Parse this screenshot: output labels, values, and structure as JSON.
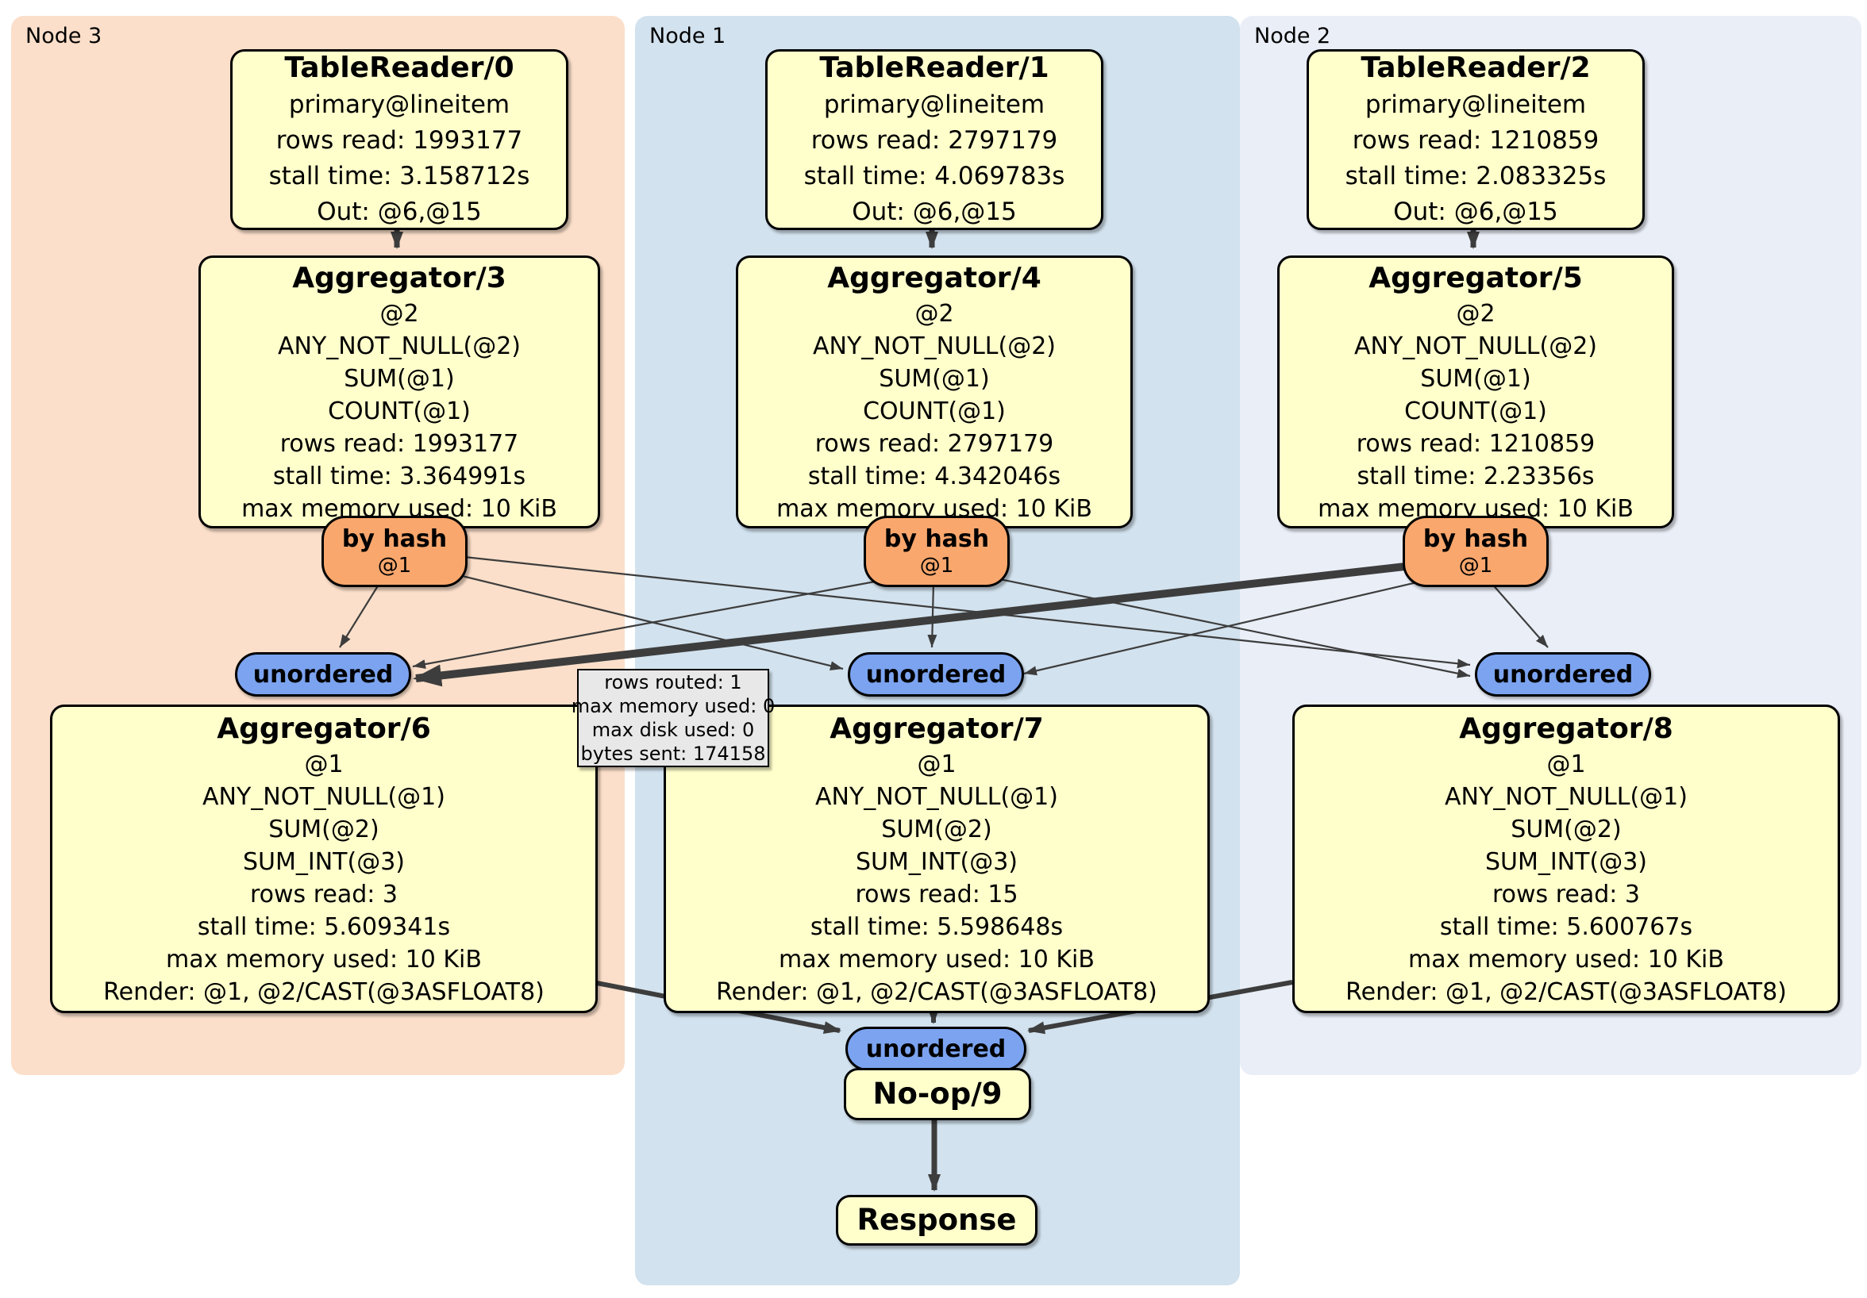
{
  "panels": {
    "node3": {
      "label": "Node 3"
    },
    "node1": {
      "label": "Node 1"
    },
    "node2": {
      "label": "Node 2"
    }
  },
  "boxes": {
    "tr0": {
      "title": "TableReader/0",
      "lines": [
        "primary@lineitem",
        "rows read: 1993177",
        "stall time: 3.158712s",
        "Out: @6,@15"
      ]
    },
    "tr1": {
      "title": "TableReader/1",
      "lines": [
        "primary@lineitem",
        "rows read: 2797179",
        "stall time: 4.069783s",
        "Out: @6,@15"
      ]
    },
    "tr2": {
      "title": "TableReader/2",
      "lines": [
        "primary@lineitem",
        "rows read: 1210859",
        "stall time: 2.083325s",
        "Out: @6,@15"
      ]
    },
    "agg3": {
      "title": "Aggregator/3",
      "lines": [
        "@2",
        "ANY_NOT_NULL(@2)",
        "SUM(@1)",
        "COUNT(@1)",
        "rows read: 1993177",
        "stall time: 3.364991s",
        "max memory used: 10 KiB"
      ]
    },
    "agg4": {
      "title": "Aggregator/4",
      "lines": [
        "@2",
        "ANY_NOT_NULL(@2)",
        "SUM(@1)",
        "COUNT(@1)",
        "rows read: 2797179",
        "stall time: 4.342046s",
        "max memory used: 10 KiB"
      ]
    },
    "agg5": {
      "title": "Aggregator/5",
      "lines": [
        "@2",
        "ANY_NOT_NULL(@2)",
        "SUM(@1)",
        "COUNT(@1)",
        "rows read: 1210859",
        "stall time: 2.23356s",
        "max memory used: 10 KiB"
      ]
    },
    "agg6": {
      "title": "Aggregator/6",
      "lines": [
        "@1",
        "ANY_NOT_NULL(@1)",
        "SUM(@2)",
        "SUM_INT(@3)",
        "rows read: 3",
        "stall time: 5.609341s",
        "max memory used: 10 KiB",
        "Render: @1, @2/CAST(@3ASFLOAT8)"
      ]
    },
    "agg7": {
      "title": "Aggregator/7",
      "lines": [
        "@1",
        "ANY_NOT_NULL(@1)",
        "SUM(@2)",
        "SUM_INT(@3)",
        "rows read: 15",
        "stall time: 5.598648s",
        "max memory used: 10 KiB",
        "Render: @1, @2/CAST(@3ASFLOAT8)"
      ]
    },
    "agg8": {
      "title": "Aggregator/8",
      "lines": [
        "@1",
        "ANY_NOT_NULL(@1)",
        "SUM(@2)",
        "SUM_INT(@3)",
        "rows read: 3",
        "stall time: 5.600767s",
        "max memory used: 10 KiB",
        "Render: @1, @2/CAST(@3ASFLOAT8)"
      ]
    },
    "noop": {
      "title": "No-op/9"
    },
    "response": {
      "title": "Response"
    }
  },
  "routers": {
    "label": "by hash",
    "sub": "@1"
  },
  "streams": {
    "label": "unordered"
  },
  "tooltip": {
    "lines": [
      "rows routed: 1",
      "max memory used: 0",
      "max disk used: 0",
      "bytes sent: 174158"
    ]
  },
  "colors": {
    "node3_bg": "#fbdfca",
    "node1_bg": "#d2e2ee",
    "node2_bg": "#eaeef7",
    "box_fill": "#ffffcc",
    "box_border": "#000000",
    "router_fill": "#f9a76d",
    "stream_fill": "#7ba3f0",
    "tooltip_fill": "#e8e8e8",
    "edge": "#3d3d3d"
  }
}
